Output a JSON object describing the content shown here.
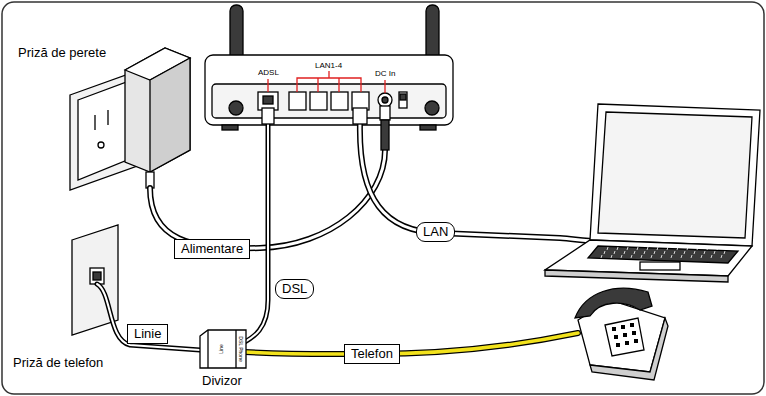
{
  "diagram": {
    "nodes": [
      {
        "text": [
          "Alimentare"
        ]
      },
      {
        "text": [
          "LAN"
        ]
      },
      {
        "text": [
          "DSL"
        ]
      },
      {
        "text": [
          "Linie"
        ]
      },
      {
        "text": [
          "Telefon"
        ]
      }
    ],
    "labels": [
      "Priză de perete",
      "ADSL",
      "LAN1-4",
      "DC In",
      "Priză de telefon",
      "Divizor",
      "Line",
      "DSL Phone"
    ]
  }
}
